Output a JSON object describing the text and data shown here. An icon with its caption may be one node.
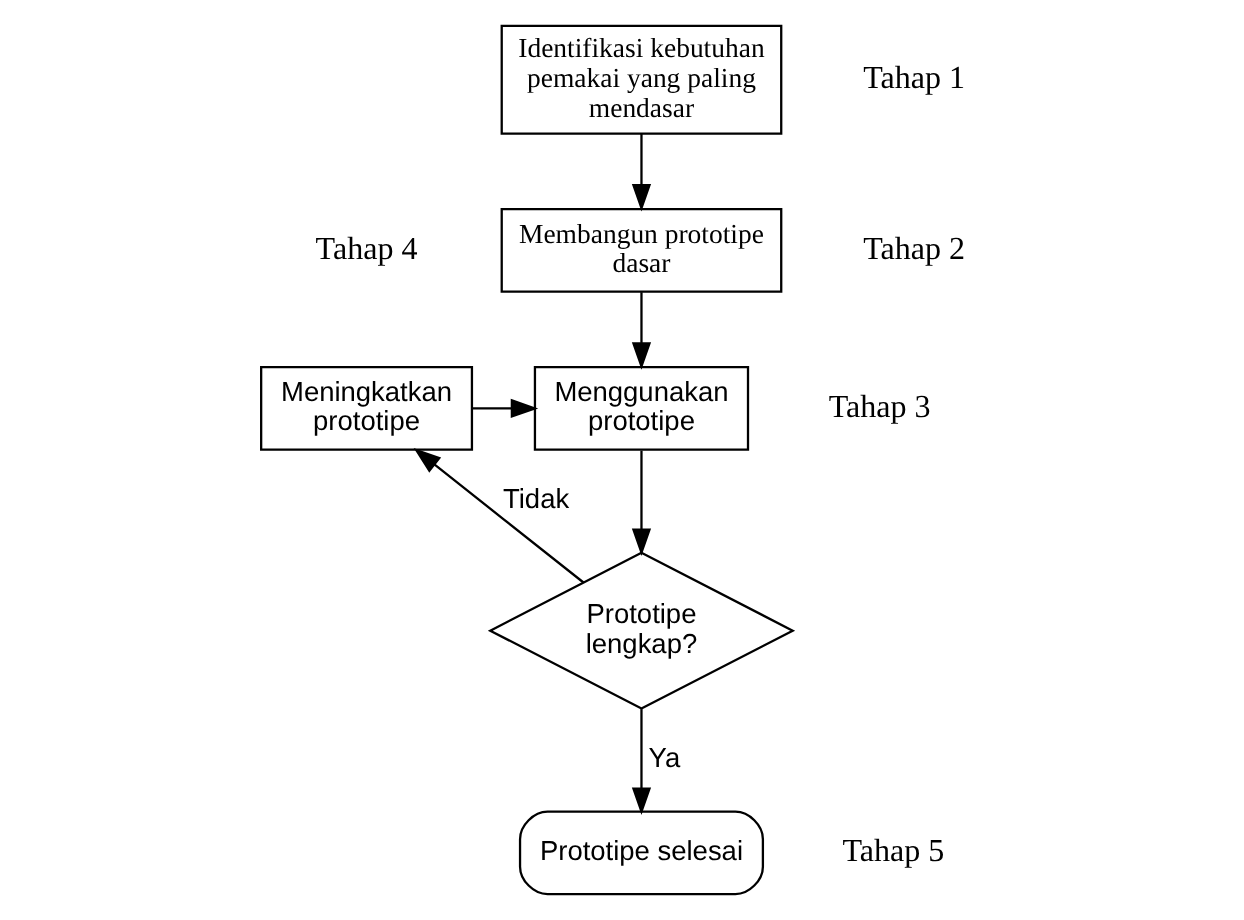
{
  "diagram": {
    "nodes": [
      {
        "text": [
          "Identifikasi kebutuhan pemakai yang paling mendasar"
        ],
        "beside": [
          "Tahap 1"
        ]
      },
      {
        "text": [
          "Membangun prototipe dasar"
        ],
        "beside": [
          "Tahap 2"
        ]
      },
      {
        "text": [
          "Meningkatkan prototipe"
        ],
        "beside": [
          "Tahap 4"
        ]
      },
      {
        "text": [
          "Menggunakan prototipe"
        ],
        "beside": [
          "Tahap 3"
        ]
      },
      {
        "text": [
          "Prototipe lengkap?"
        ]
      },
      {
        "text": [
          "Prototipe selesai"
        ],
        "beside": [
          "Tahap 5"
        ]
      }
    ],
    "edges": [
      {
        "from": 0,
        "to": 1,
        "arrow": "to"
      },
      {
        "from": 1,
        "to": 3,
        "arrow": "to"
      },
      {
        "from": 3,
        "to": 4,
        "arrow": "to"
      },
      {
        "from": 4,
        "to": 2,
        "arrow": "to",
        "label": "Tidak"
      },
      {
        "from": 2,
        "to": 3,
        "arrow": "to"
      },
      {
        "from": 4,
        "to": 5,
        "arrow": "to",
        "label": "Ya"
      }
    ]
  }
}
